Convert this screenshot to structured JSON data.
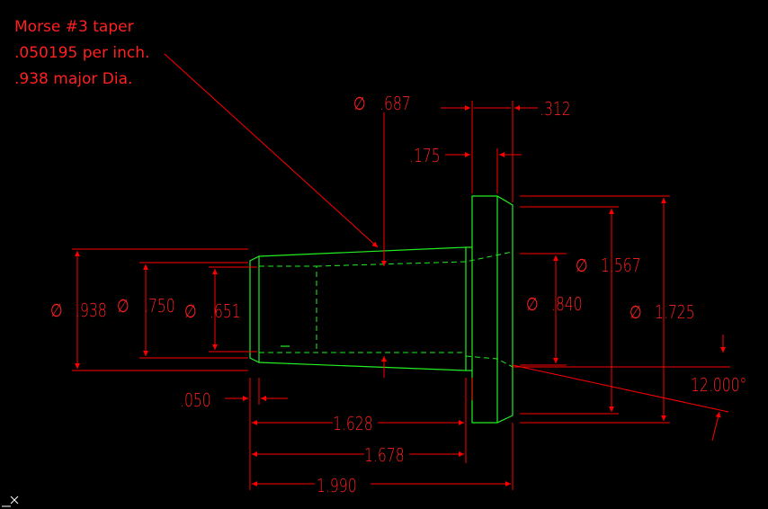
{
  "note": {
    "line1": "Morse #3 taper",
    "line2": ".050195 per inch.",
    "line3": ".938 major Dia."
  },
  "dims": {
    "dia_687": ".687",
    "len_312": ".312",
    "len_175": ".175",
    "dia_938": ".938",
    "dia_750": ".750",
    "dia_651": ".651",
    "dia_1567": "1.567",
    "dia_840": ".840",
    "dia_1725": "1.725",
    "angle_12": "12.000°",
    "len_050": ".050",
    "len_1628": "1.628",
    "len_1678": "1.678",
    "len_1990": "1.990"
  },
  "symbols": {
    "diameter": "∅"
  },
  "colors": {
    "background": "#000000",
    "dimension": "#ff0000",
    "geometry": "#22ee22",
    "ucs": "#ffffff"
  }
}
